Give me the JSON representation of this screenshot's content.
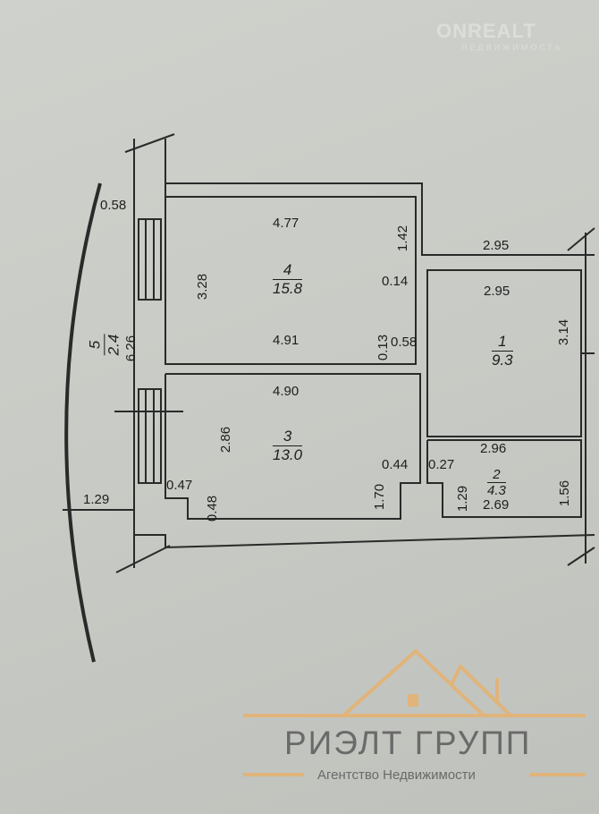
{
  "watermark": {
    "brand": "ONREALT",
    "tagline": "НЕДВИЖИМОСТЬ"
  },
  "logo": {
    "title": "РИЭЛТ ГРУПП",
    "subtitle": "Агентство Недвижимости",
    "accent": "#e0b47a",
    "text_color": "#6a6a6a"
  },
  "rooms": [
    {
      "number": "4",
      "area": "15.8"
    },
    {
      "number": "3",
      "area": "13.0"
    },
    {
      "number": "1",
      "area": "9.3"
    },
    {
      "number": "2",
      "area": "4.3"
    },
    {
      "number": "5",
      "area": "2.4"
    }
  ],
  "dimensions": {
    "d_058_top": "0.58",
    "d_477": "4.77",
    "d_142": "1.42",
    "d_295_out": "2.95",
    "d_328": "3.28",
    "d_014": "0.14",
    "d_295_in": "2.95",
    "d_626": "6.26",
    "d_491": "4.91",
    "d_013": "0.13",
    "d_058_mid": "0.58",
    "d_314": "3.14",
    "d_490": "4.90",
    "d_286": "2.86",
    "d_296": "2.96",
    "d_044": "0.44",
    "d_027": "0.27",
    "d_047": "0.47",
    "d_156": "1.56",
    "d_129_left": "1.29",
    "d_048": "0.48",
    "d_170": "1.70",
    "d_129_r": "1.29",
    "d_269": "2.69"
  }
}
